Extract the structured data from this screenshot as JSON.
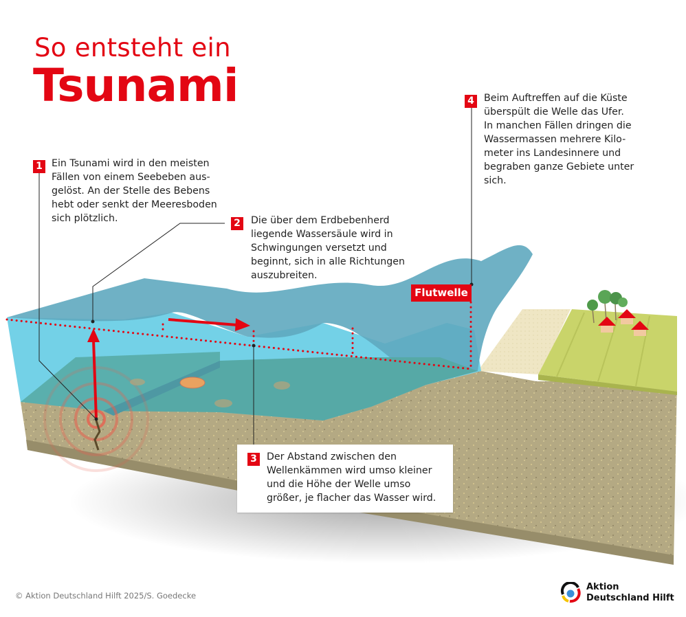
{
  "header": {
    "title_line1": "So entsteht ein",
    "title_line2": "Tsunami"
  },
  "steps": [
    {
      "number": "1",
      "text_lines": [
        "Ein Tsunami wird in den meisten",
        "Fällen von einem Seebeben aus-",
        "gelöst. An der Stelle des Bebens",
        "hebt oder senkt der Meeresboden",
        "sich plötzlich."
      ]
    },
    {
      "number": "2",
      "text_lines": [
        "Die über dem Erdbebenherd",
        "liegende Wassersäule wird in",
        "Schwingungen versetzt und",
        "beginnt, sich in alle Richtungen",
        "auszubreiten."
      ]
    },
    {
      "number": "3",
      "text_lines": [
        "Der Abstand zwischen den",
        "Wellenkämmen wird umso kleiner",
        "und die Höhe der Welle umso",
        "größer, je flacher das Wasser wird."
      ]
    },
    {
      "number": "4",
      "text_lines": [
        "Beim Auftreffen auf die Küste",
        "überspült die Welle das Ufer.",
        "In manchen Fällen dringen die",
        "Wassermassen mehrere Kilo-",
        "meter ins Landesinnere und",
        "begraben ganze Gebiete unter",
        "sich."
      ]
    }
  ],
  "labels": {
    "flutwelle": "Flutwelle"
  },
  "footer": {
    "credit": "© Aktion Deutschland Hilft 2025/S. Goedecke",
    "logo_line1": "Aktion",
    "logo_line2": "Deutschland Hilft"
  },
  "colors": {
    "accent_red": "#e30613",
    "water_light": "#6ccfe6",
    "water_deep": "#5aafad",
    "wave": "#5fa9bf",
    "sediment": "#b4a983",
    "sand": "#efe6c4",
    "grass": "#c9d46a"
  },
  "icons": [
    "earthquake-epicenter-icon",
    "fish-icon",
    "tree-icon",
    "house-icon",
    "arrow-up-icon",
    "arrow-right-icon"
  ]
}
